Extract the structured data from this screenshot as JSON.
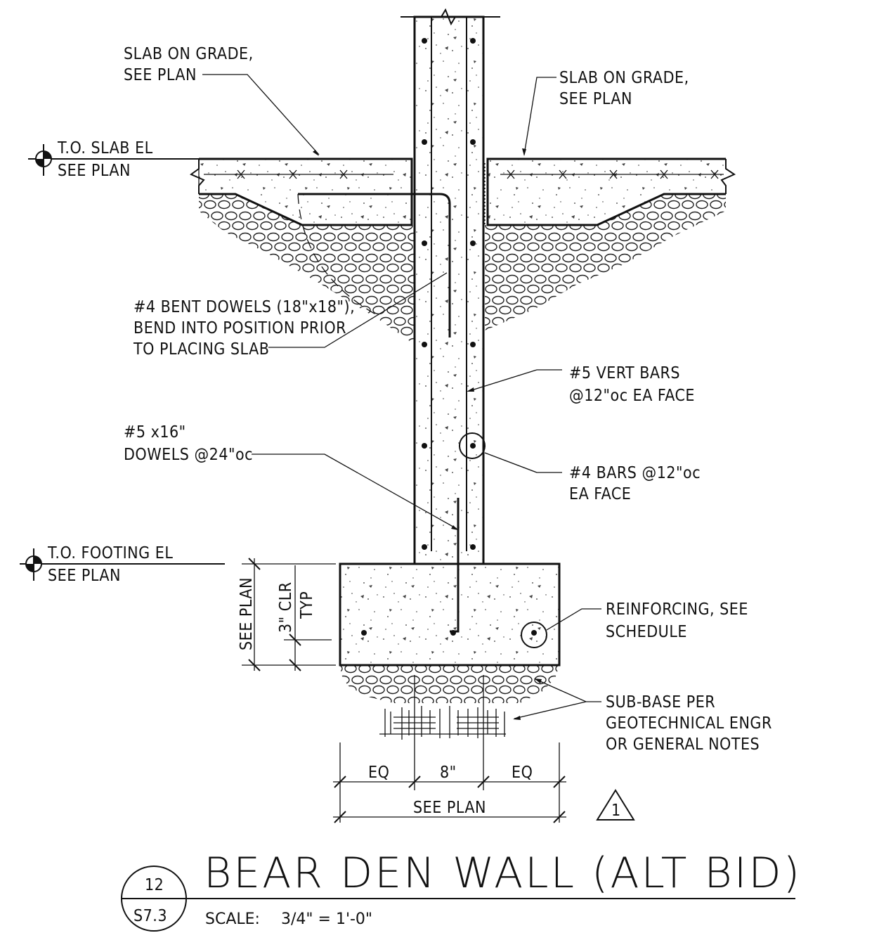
{
  "title": "BEAR DEN WALL (ALT BID)",
  "scale": {
    "label": "SCALE:",
    "value": "3/4\" = 1'-0\""
  },
  "detail_bubble": {
    "number": "12",
    "sheet": "S7.3"
  },
  "revision_delta": "1",
  "elevations": {
    "slab": {
      "line1": "T.O. SLAB EL",
      "line2": "SEE PLAN"
    },
    "footing": {
      "line1": "T.O. FOOTING EL",
      "line2": "SEE PLAN"
    }
  },
  "callouts": {
    "slab_left": {
      "line1": "SLAB ON GRADE,",
      "line2": "SEE PLAN"
    },
    "slab_right": {
      "line1": "SLAB ON GRADE,",
      "line2": "SEE PLAN"
    },
    "bent_dowels": {
      "line1": "#4 BENT DOWELS (18\"x18\"),",
      "line2": "BEND INTO POSITION PRIOR",
      "line3": "TO PLACING SLAB"
    },
    "vert_bars": {
      "line1": "#5 VERT BARS",
      "line2": "@12\"oc EA FACE"
    },
    "dowels": {
      "line1": "#5 x16\"",
      "line2": "DOWELS @24\"oc"
    },
    "horiz_bars": {
      "line1": "#4 BARS @12\"oc",
      "line2": "EA FACE"
    },
    "reinforcing": {
      "line1": "REINFORCING, SEE",
      "line2": "SCHEDULE"
    },
    "sub_base": {
      "line1": "SUB-BASE PER",
      "line2": "GEOTECHNICAL ENGR",
      "line3": "OR GENERAL NOTES"
    }
  },
  "dimensions": {
    "footing_depth": "SEE PLAN",
    "clear_cover_value": "3\" CLR",
    "clear_cover_typ": "TYP",
    "left_offset": "EQ",
    "wall_thickness": "8\"",
    "right_offset": "EQ",
    "footing_width": "SEE PLAN"
  }
}
